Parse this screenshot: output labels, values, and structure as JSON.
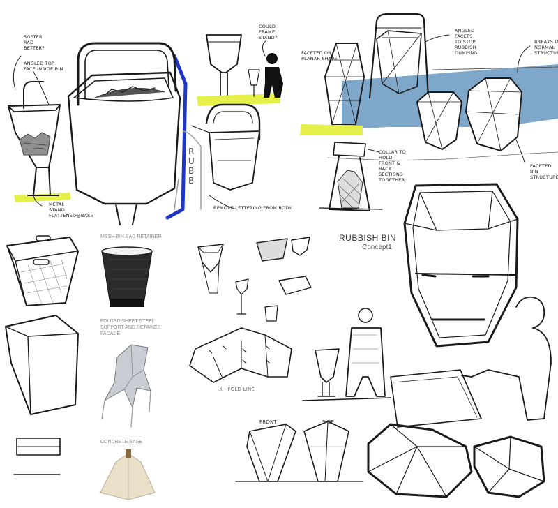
{
  "sheet": {
    "title": "RUBBISH BIN",
    "subtitle": "Concept1"
  },
  "notes": {
    "softer_rad": "SOFTER\nRAD\nBETTER?",
    "angled_top": "ANGLED TOP\nFACE INSIDE BIN",
    "metal_stand": "METAL\nSTAND\nFLATTENED@BASE",
    "could_frame": "COULD\nFRAME\nSTAND?",
    "faceted_or_planar": "FACETED OR\nPLANAR SHAPE",
    "angled_facets": "ANGLED\nFACETS\nTO STOP\nRUBBISH\nDUMPING.",
    "breaks_up": "BREAKS UP\nNORMAL\nSTRUCTURE",
    "faceted_bin": "FACETED\nBIN\nSTRUCTURE",
    "collar": "COLLAR TO\nHOLD\nFRONT &\nBACK\nSECTIONS\nTOGETHER",
    "remove_lettering": "REMOVE LETTERING FROM BODY",
    "lettering": "RUBB",
    "front": "FRONT",
    "side": "SIDE",
    "fold_line": "X - FOLD LINE"
  },
  "captions": {
    "mesh_retainer": "MESH BIN BAG RETAINER",
    "folded_sheet": "FOLDED SHEET STEEL\nSUPPORT AND RETAINER\nFACADE",
    "concrete_base": "CONCRETE BASE"
  },
  "colors": {
    "ink": "#1a1a1a",
    "highlight_yellow": "#e6f04a",
    "marker_blue": "#1f36c2",
    "wall_blue": "#7fa7c9",
    "concrete": "#eadfc9",
    "mesh_dark": "#2b2b2b",
    "steel": "#c9cdd3"
  }
}
